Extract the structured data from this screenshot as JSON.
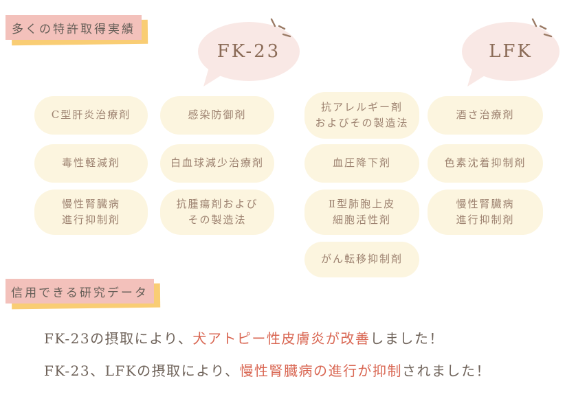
{
  "colors": {
    "badge_pink": "#f3c1bb",
    "badge_yellow": "#f9cd74",
    "bubble_pink": "#f9e8e5",
    "pill_cream": "#fcf5df",
    "pill_text": "#9d8270",
    "body_text": "#6f635a",
    "highlight_red": "#d96753"
  },
  "patents": {
    "badge": "多くの特許取得実績",
    "groups": [
      {
        "name": "FK-23",
        "pills": [
          "C型肝炎治療剤",
          "感染防御剤",
          "毒性軽減剤",
          "白血球減少治療剤",
          "慢性腎臓病\n進行抑制剤",
          "抗腫瘍剤および\nその製造法"
        ]
      },
      {
        "name": "LFK",
        "pills": [
          "抗アレルギー剤\nおよびその製造法",
          "酒さ治療剤",
          "血圧降下剤",
          "色素沈着抑制剤",
          "Ⅱ型肺胞上皮\n細胞活性剤",
          "慢性腎臓病\n進行抑制剤",
          "がん転移抑制剤"
        ]
      }
    ]
  },
  "research": {
    "badge": "信用できる研究データ",
    "lines": [
      {
        "pre": "FK-23の摂取により、",
        "highlight": "犬アトピー性皮膚炎が改善",
        "post": "しました！"
      },
      {
        "pre": "FK-23、LFKの摂取により、",
        "highlight": "慢性腎臓病の進行が抑制",
        "post": "されました！"
      }
    ]
  }
}
